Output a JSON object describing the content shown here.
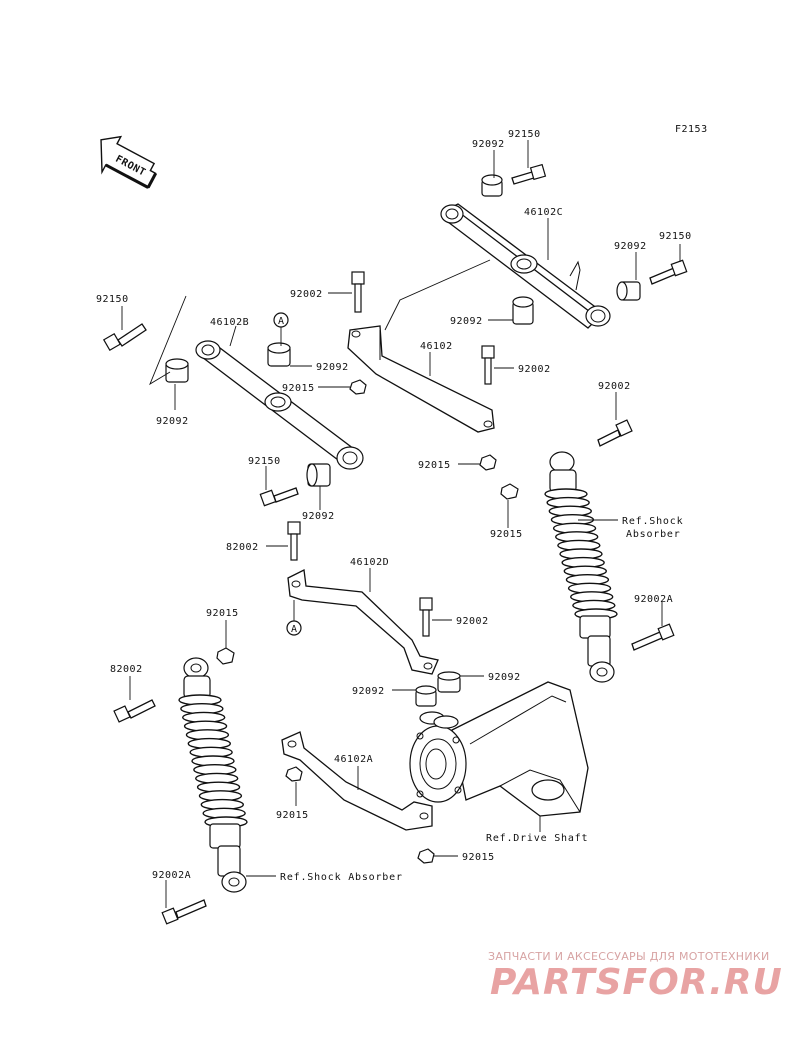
{
  "figure_code": "F2153",
  "front_label": "FRONT",
  "parts": {
    "p92150_top": "92150",
    "p92092_top": "92092",
    "p46102C": "46102C",
    "p92092_right": "92092",
    "p92150_right": "92150",
    "p92002_mid": "92002",
    "p92092_mid": "92092",
    "p92150_left": "92150",
    "p46102B": "46102B",
    "markA_top": "A",
    "p92092_b": "92092",
    "p46102": "46102",
    "p92015_a": "92015",
    "p92092_left": "92092",
    "p92002_r": "92002",
    "p92002_rs": "92002",
    "p92015_b": "92015",
    "p92150_low": "92150",
    "p92015_c": "92015",
    "p92092_low": "92092",
    "p82002_mid": "82002",
    "p46102D": "46102D",
    "markA_low": "A",
    "p92002_c": "92002",
    "p92002A_r": "92002A",
    "p92015_d": "92015",
    "p82002_left": "82002",
    "p92092_d": "92092",
    "p92092_e": "92092",
    "p46102A": "46102A",
    "p92015_e": "92015",
    "p92015_f": "92015",
    "p92002A_l": "92002A"
  },
  "references": {
    "shock_right_1": "Ref.Shock",
    "shock_right_2": "Absorber",
    "drive_shaft": "Ref.Drive Shaft",
    "shock_left": "Ref.Shock Absorber"
  },
  "watermark": {
    "tagline": "ЗАПЧАСТИ И АКСЕССУАРЫ ДЛЯ МОТОТЕХНИКИ",
    "logo": "PARTSFOR.RU"
  }
}
